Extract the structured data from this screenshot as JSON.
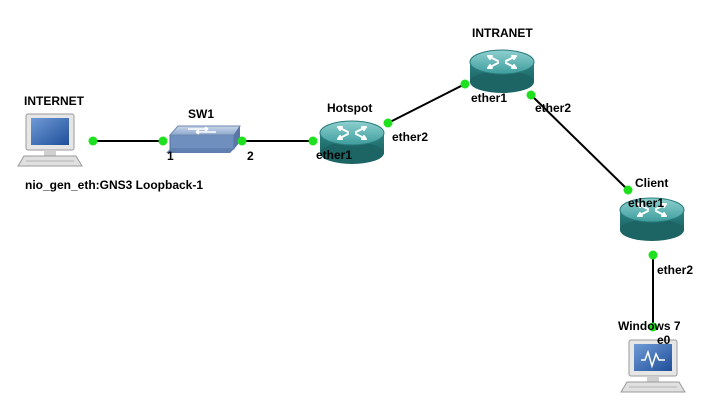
{
  "nodes": {
    "internet": {
      "name": "INTERNET",
      "sublabel": "nio_gen_eth:GNS3 Loopback-1",
      "icon": "computer-icon"
    },
    "sw1": {
      "name": "SW1",
      "icon": "switch-icon"
    },
    "hotspot": {
      "name": "Hotspot",
      "icon": "router-icon"
    },
    "intranet": {
      "name": "INTRANET",
      "icon": "router-icon"
    },
    "client": {
      "name": "Client",
      "icon": "router-icon"
    },
    "windows7": {
      "name": "Windows 7",
      "icon": "computer-icon"
    }
  },
  "ports": {
    "sw1_p1": "1",
    "sw1_p2": "2",
    "hotspot_ether1": "ether1",
    "hotspot_ether2": "ether2",
    "intranet_ether1": "ether1",
    "intranet_ether2": "ether2",
    "client_ether1": "ether1",
    "client_ether2": "ether2",
    "win7_e0": "e0"
  },
  "colors": {
    "link": "#000000",
    "port_dot": "#1fe01f",
    "router_body": "#2f8f8f",
    "router_top": "#5fb8b8",
    "switch_body": "#7f9fc8",
    "monitor_frame": "#d8d8d8",
    "screen": "#2f5fa8"
  }
}
